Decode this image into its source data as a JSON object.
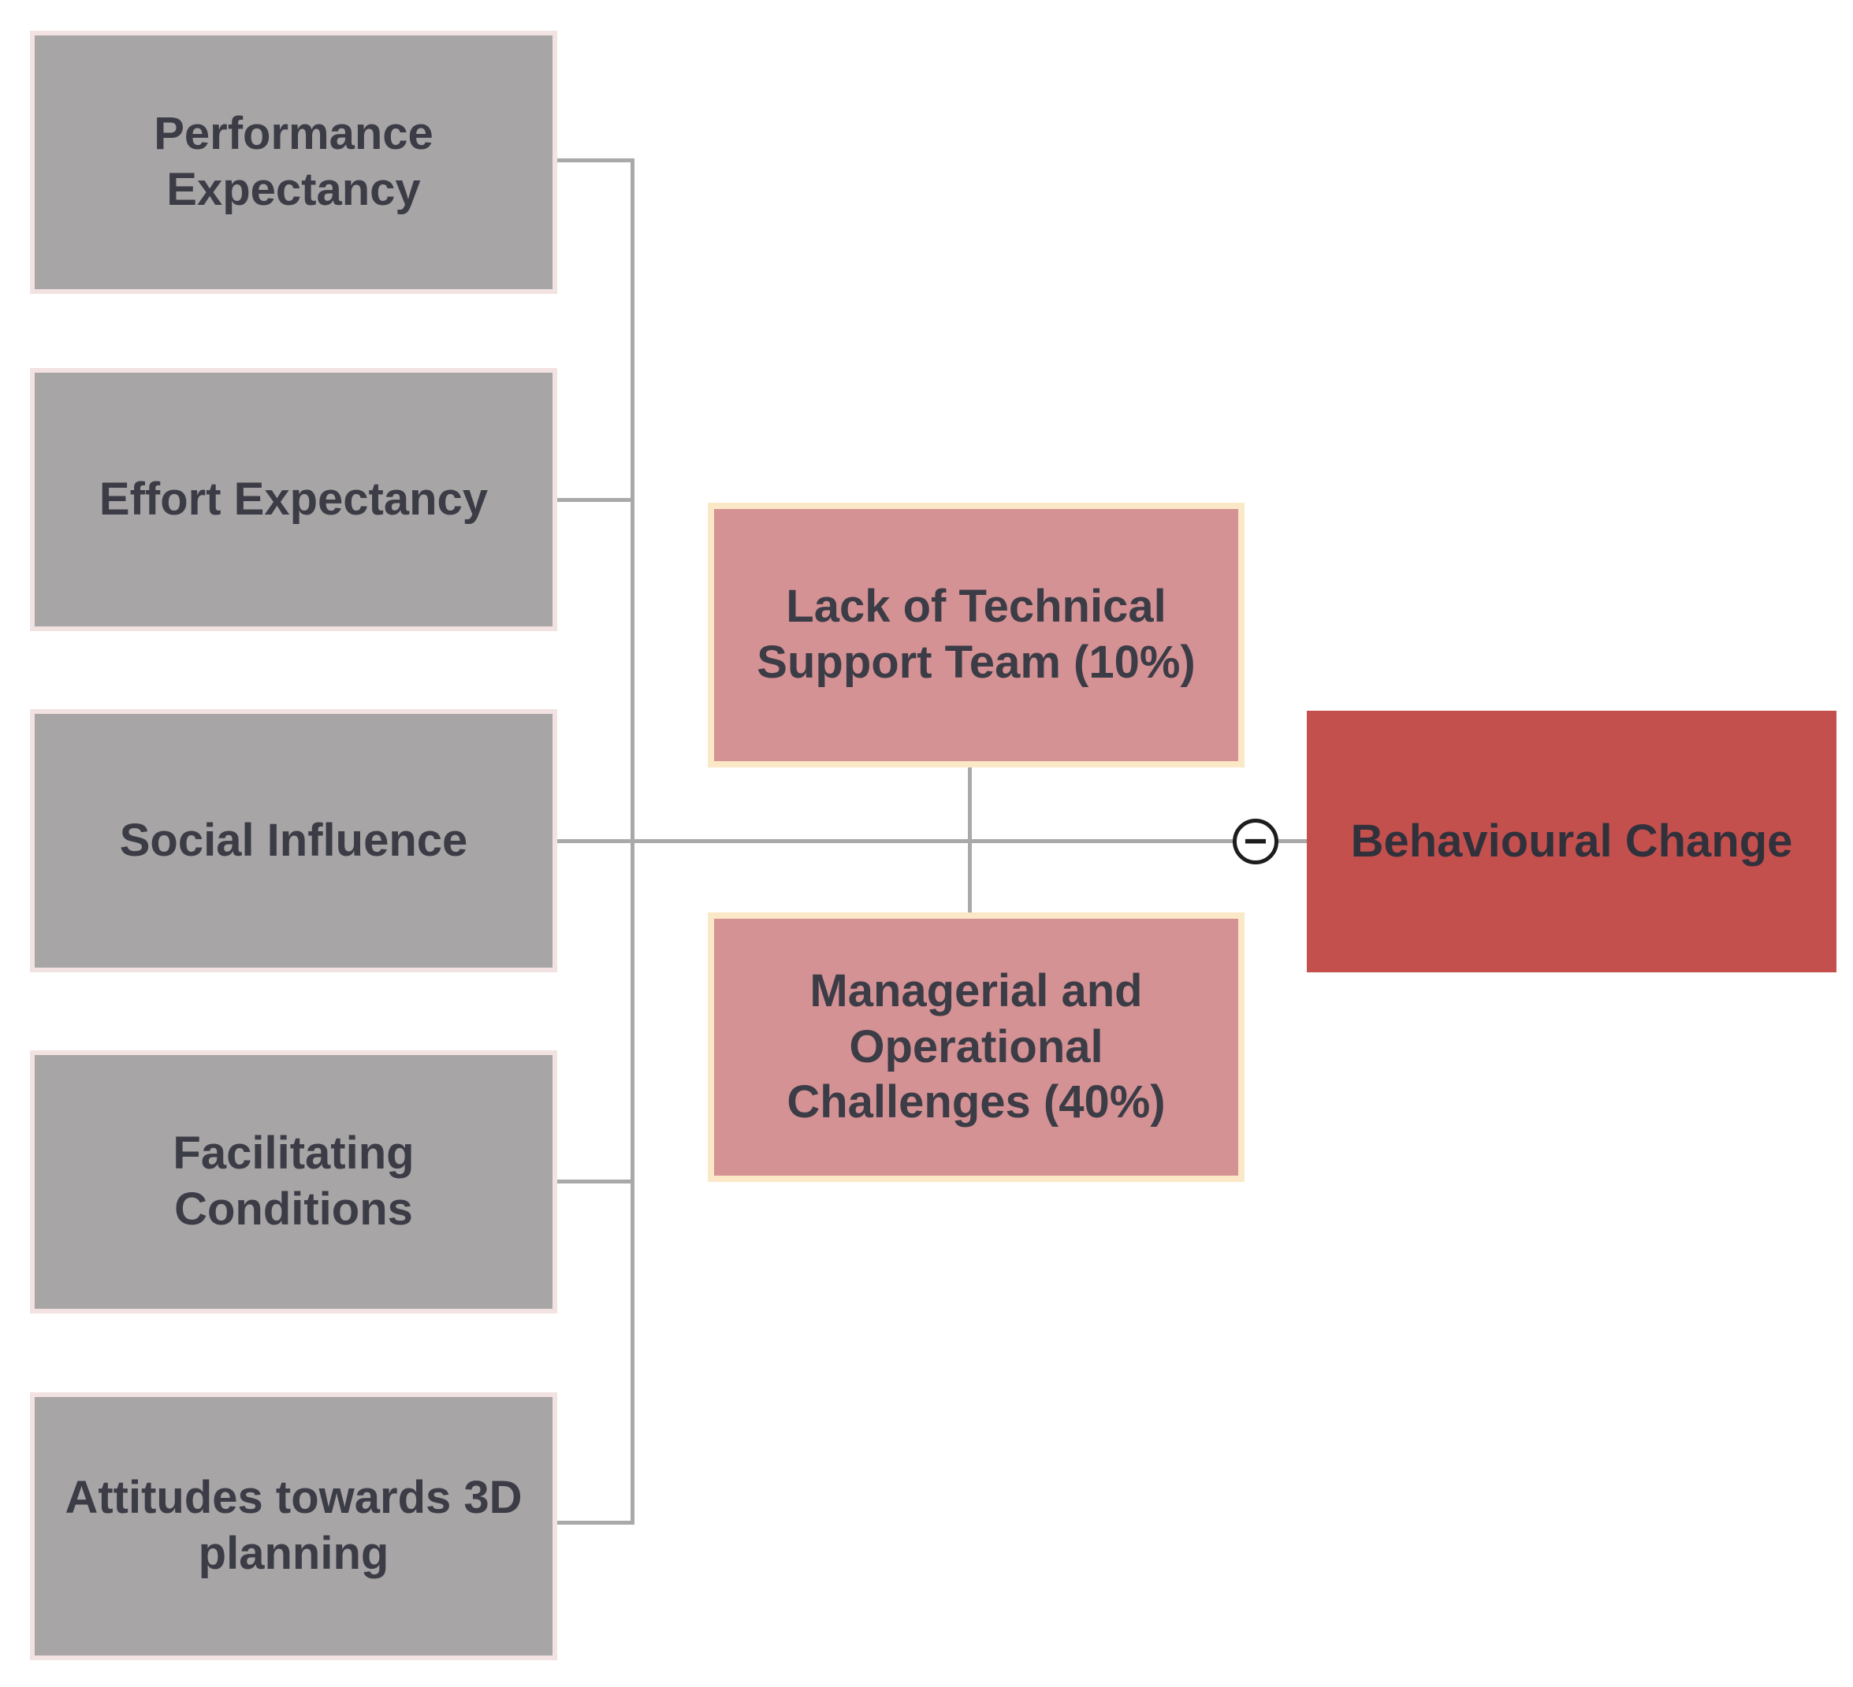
{
  "theme": {
    "background": "#ffffff",
    "determinant_fill": "#a7a5a6",
    "determinant_border": "#f3e2e2",
    "barrier_fill": "#d49294",
    "barrier_border": "#fbe8c7",
    "outcome_fill": "#c4504e",
    "connector_color": "#a9a9a9",
    "sign_color": "#1d1d1d",
    "label_color": "#3c3c46",
    "outcome_label_color": "#31313c"
  },
  "diagram": {
    "determinants": [
      {
        "label": "Performance\nExpectancy"
      },
      {
        "label": "Effort Expectancy"
      },
      {
        "label": "Social Influence"
      },
      {
        "label": "Facilitating\nConditions"
      },
      {
        "label": "Attitudes towards 3D\nplanning"
      }
    ],
    "barriers": [
      {
        "label": "Lack of Technical\nSupport Team (10%)"
      },
      {
        "label": "Managerial and\nOperational\nChallenges (40%)"
      }
    ],
    "outcome": {
      "label": "Behavioural Change"
    },
    "relationship": {
      "sign": "−"
    }
  }
}
